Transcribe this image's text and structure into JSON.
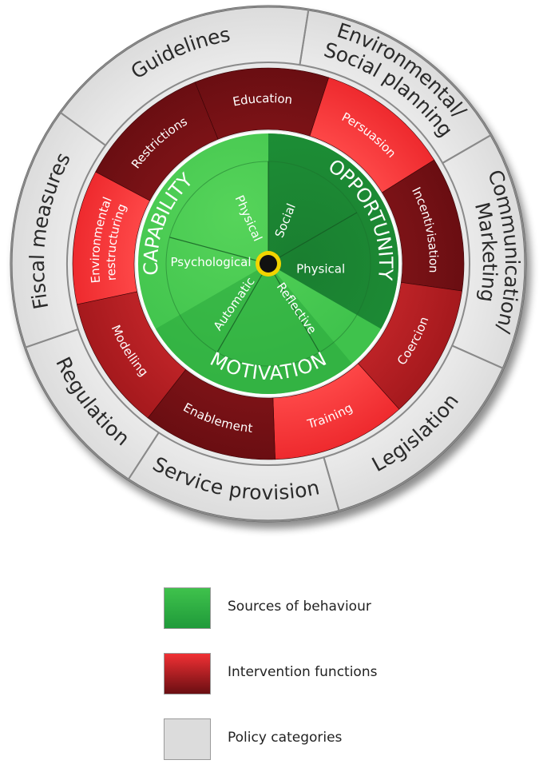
{
  "wheel": {
    "sources": {
      "capability": {
        "label": "CAPABILITY",
        "components": [
          "Physical",
          "Psychological"
        ]
      },
      "opportunity": {
        "label": "OPPORTUNITY",
        "components": [
          "Social",
          "Physical"
        ]
      },
      "motivation": {
        "label": "MOTIVATION",
        "components": [
          "Automatic",
          "Reflective"
        ]
      }
    },
    "intervention_functions": [
      {
        "label": "Education",
        "shade": "dark"
      },
      {
        "label": "Persuasion",
        "shade": "bright"
      },
      {
        "label": "Incentivisation",
        "shade": "dark"
      },
      {
        "label": "Coercion",
        "shade": "mid"
      },
      {
        "label": "Training",
        "shade": "bright"
      },
      {
        "label": "Enablement",
        "shade": "dark"
      },
      {
        "label": "Modelling",
        "shade": "mid"
      },
      {
        "label": "Environmental restructuring",
        "lines": [
          "Environmental",
          "restructuring"
        ],
        "shade": "bright"
      },
      {
        "label": "Restrictions",
        "shade": "dark"
      }
    ],
    "policy_categories": [
      {
        "label": "Environmental/ Social planning",
        "lines": [
          "Environmental/",
          "Social planning"
        ]
      },
      {
        "label": "Communication/ Marketing",
        "lines": [
          "Communication/",
          "Marketing"
        ]
      },
      {
        "label": "Legislation",
        "lines": [
          "Legislation"
        ]
      },
      {
        "label": "Service provision",
        "lines": [
          "Service provision"
        ]
      },
      {
        "label": "Regulation",
        "lines": [
          "Regulation"
        ]
      },
      {
        "label": "Fiscal measures",
        "lines": [
          "Fiscal measures"
        ]
      },
      {
        "label": "Guidelines",
        "lines": [
          "Guidelines"
        ]
      }
    ]
  },
  "colors": {
    "green_light": "#3fc24c",
    "green_dark": "#1d8f36",
    "red_bright": "#ee2a2e",
    "red_mid": "#a5191d",
    "red_dark": "#6a0e12",
    "policy_gray": "#dcdcdc"
  },
  "legend": [
    {
      "label": "Sources of behaviour",
      "swatch": "sources"
    },
    {
      "label": "Intervention functions",
      "swatch": "interventions"
    },
    {
      "label": "Policy categories",
      "swatch": "policy"
    }
  ]
}
